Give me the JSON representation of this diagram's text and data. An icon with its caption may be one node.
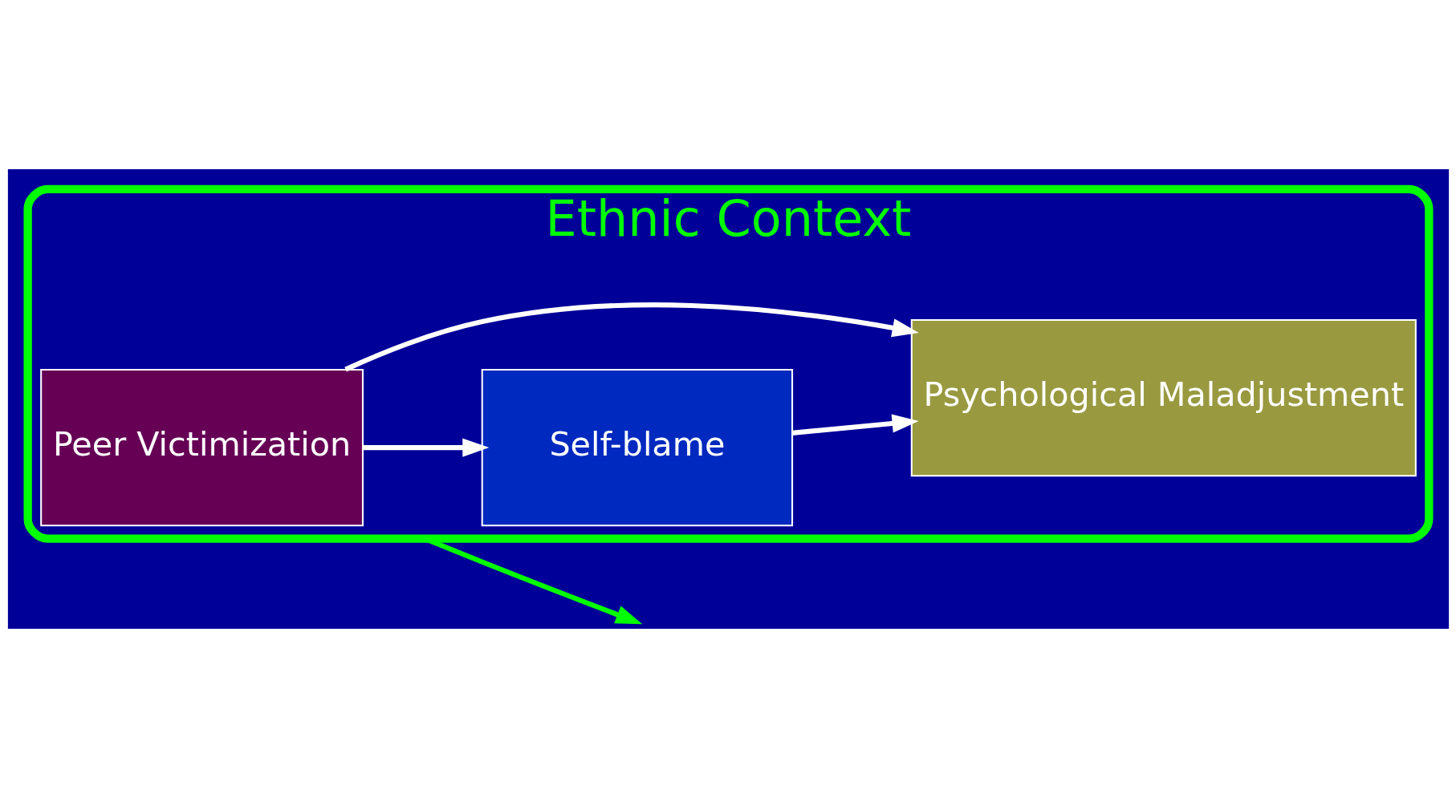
{
  "diagram": {
    "nodes": [
      {
        "text": [
          "Ethnic Context"
        ]
      },
      {
        "text": [
          "Peer Victimization"
        ],
        "in": 0
      },
      {
        "text": [
          "Self-blame"
        ],
        "in": 0
      },
      {
        "text": [
          "Psychological Maladjustment"
        ],
        "in": 0
      }
    ],
    "edges": [
      {
        "from": 1,
        "to": 2,
        "arrow": "to"
      },
      {
        "from": 2,
        "to": 3,
        "arrow": "to"
      },
      {
        "from": 1,
        "to": 3,
        "arrow": "to"
      },
      {
        "from": 0,
        "to": null,
        "arrow": "to",
        "color": "#00ff00"
      }
    ]
  }
}
